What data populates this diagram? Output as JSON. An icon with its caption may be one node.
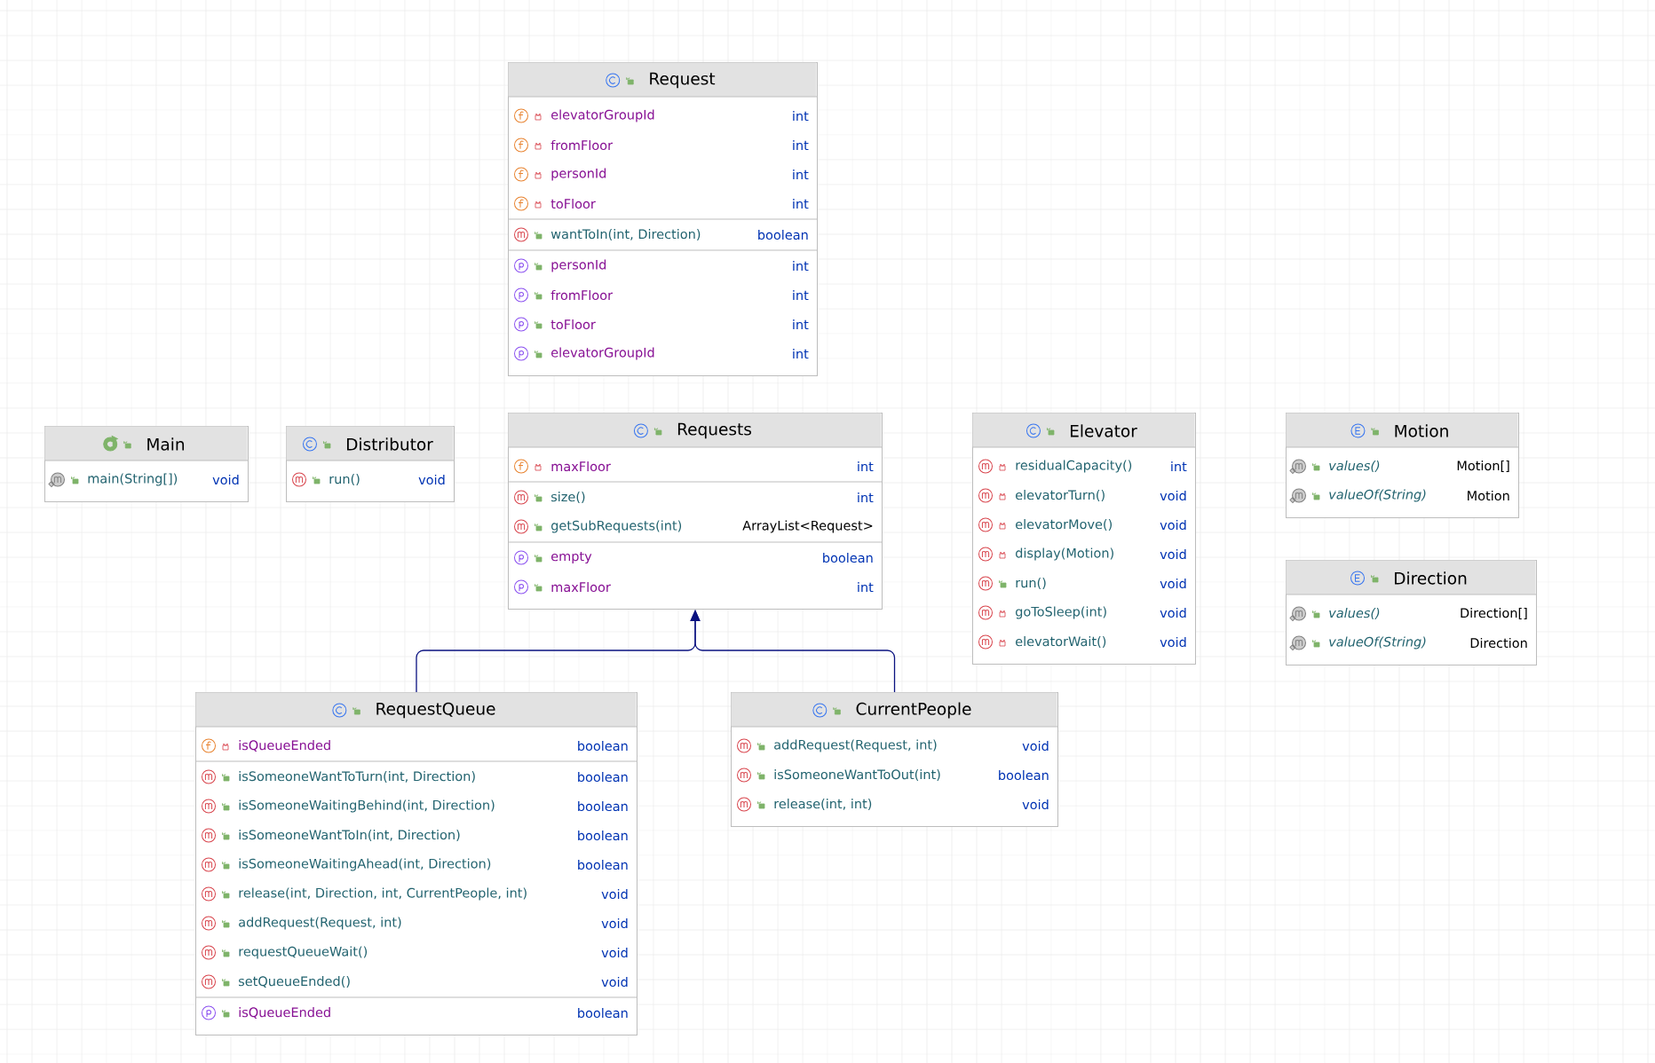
{
  "diagram": {
    "nodes": [
      {
        "text": [
          "Request",
          "elevatorGroupId",
          "int",
          "fromFloor",
          "int",
          "personId",
          "int",
          "toFloor",
          "int",
          "wantToIn(int, Direction)",
          "boolean",
          "personId",
          "int",
          "fromFloor",
          "int",
          "toFloor",
          "int",
          "elevatorGroupId",
          "int"
        ]
      },
      {
        "text": [
          "Main",
          "main(String[])",
          "void"
        ]
      },
      {
        "text": [
          "Distributor",
          "run()",
          "void"
        ]
      },
      {
        "text": [
          "Requests",
          "maxFloor",
          "int",
          "size()",
          "int",
          "getSubRequests(int)",
          "ArrayList<Request>",
          "empty",
          "boolean",
          "maxFloor",
          "int"
        ]
      },
      {
        "text": [
          "Elevator",
          "residualCapacity()",
          "int",
          "elevatorTurn()",
          "void",
          "elevatorMove()",
          "void",
          "display(Motion)",
          "void",
          "run()",
          "void",
          "goToSleep(int)",
          "void",
          "elevatorWait()",
          "void"
        ]
      },
      {
        "text": [
          "Motion",
          "values()",
          "Motion[]",
          "valueOf(String)",
          "Motion"
        ]
      },
      {
        "text": [
          "Direction",
          "values()",
          "Direction[]",
          "valueOf(String)",
          "Direction"
        ]
      },
      {
        "text": [
          "RequestQueue",
          "isQueueEnded",
          "boolean",
          "isSomeoneWantToTurn(int, Direction)",
          "boolean",
          "isSomeoneWaitingBehind(int, Direction)",
          "boolean",
          "isSomeoneWantToIn(int, Direction)",
          "boolean",
          "isSomeoneWaitingAhead(int, Direction)",
          "boolean",
          "release(int, Direction, int, CurrentPeople, int)",
          "void",
          "addRequest(Request, int)",
          "void",
          "requestQueueWait()",
          "void",
          "setQueueEnded()",
          "void",
          "isQueueEnded",
          "boolean"
        ]
      },
      {
        "text": [
          "CurrentPeople",
          "addRequest(Request, int)",
          "void",
          "isSomeoneWantToOut(int)",
          "boolean",
          "release(int, int)",
          "void"
        ]
      }
    ],
    "edges": [
      {
        "from": 7,
        "to": 3,
        "arrow": "to"
      },
      {
        "from": 8,
        "to": 3,
        "arrow": "to"
      }
    ]
  }
}
